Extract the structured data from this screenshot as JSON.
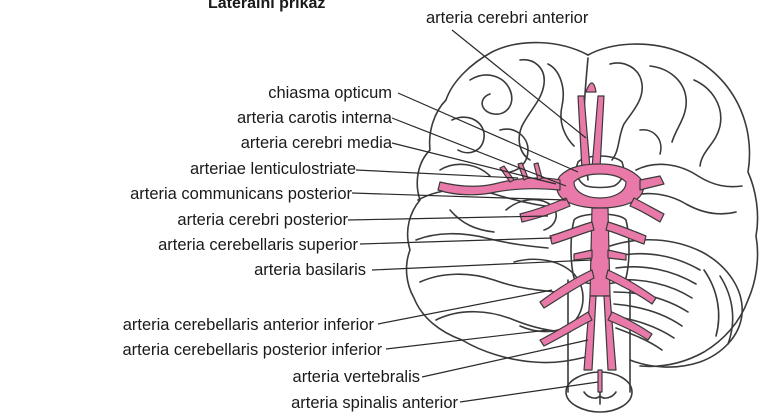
{
  "title": "Lateralni prikaz",
  "labels": {
    "cerebri_anterior": "arteria cerebri anterior",
    "chiasma": "chiasma opticum",
    "carotis": "arteria carotis interna",
    "cerebri_media": "arteria cerebri media",
    "lenticulostriate": "arteriae lenticulostriate",
    "communicans": "arteria communicans posterior",
    "cerebri_posterior": "arteria cerebri posterior",
    "cerebellaris_superior": "arteria cerebellaris superior",
    "basilaris": "arteria basilaris",
    "cerebellaris_ant_inf": "arteria cerebellaris anterior inferior",
    "cerebellaris_post_inf": "arteria cerebellaris posterior inferior",
    "vertebralis": "arteria vertebralis",
    "spinalis": "arteria spinalis anterior"
  },
  "colors": {
    "artery": "#e879a8",
    "outline": "#3a3a3a",
    "background": "#ffffff"
  }
}
